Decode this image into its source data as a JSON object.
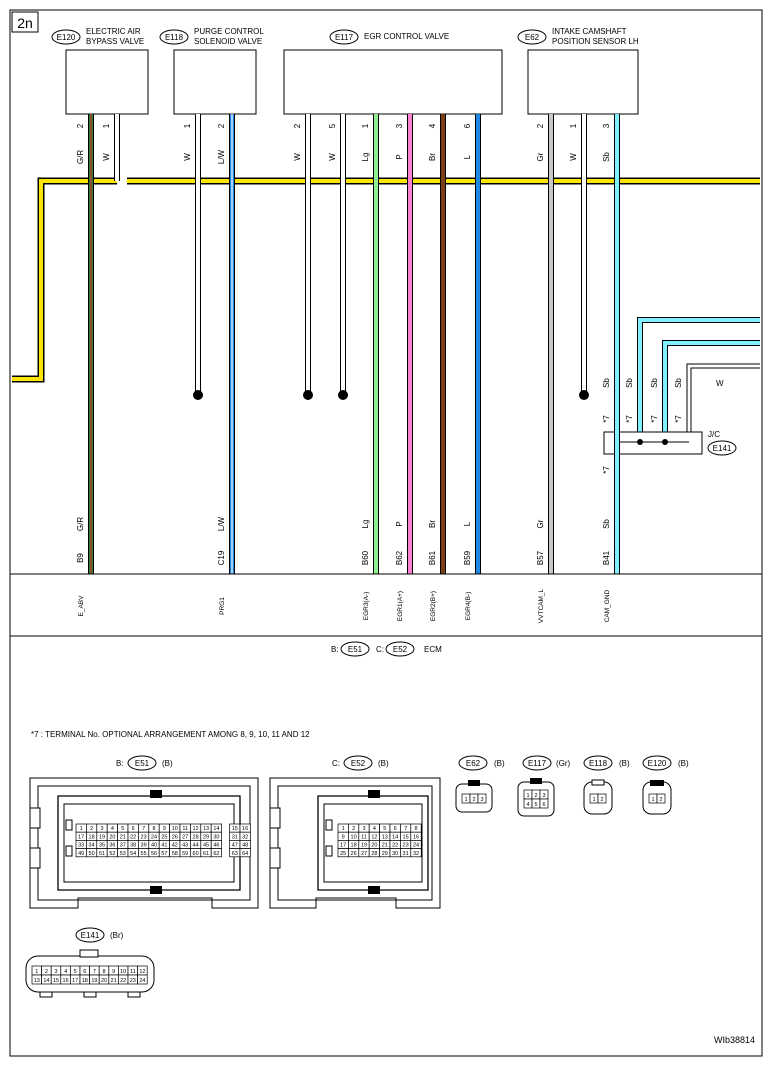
{
  "page_id": "2n",
  "drawing_id": "WIb38814",
  "components": [
    {
      "id": "E120",
      "name": [
        "ELECTRIC AIR",
        "BYPASS VALVE"
      ]
    },
    {
      "id": "E118",
      "name": [
        "PURGE CONTROL",
        "SOLENOID VALVE"
      ]
    },
    {
      "id": "E117",
      "name": [
        "EGR CONTROL VALVE"
      ]
    },
    {
      "id": "E62",
      "name": [
        "INTAKE CAMSHAFT",
        "POSITION SENSOR LH"
      ]
    }
  ],
  "wires": [
    {
      "pin": "2",
      "color": "G/R",
      "ecm_pin": "B9",
      "signal": "E_ABV",
      "hex": "#2e7d32",
      "stripe": "#d32f2f"
    },
    {
      "pin": "1",
      "color": "W",
      "hex": "#ffffff"
    },
    {
      "pin": "1",
      "color": "W",
      "hex": "#ffffff"
    },
    {
      "pin": "2",
      "color": "L/W",
      "ecm_pin": "C19",
      "signal": "PRG1",
      "hex": "#1e88e5",
      "stripe": "#ffffff"
    },
    {
      "pin": "2",
      "color": "W",
      "hex": "#ffffff"
    },
    {
      "pin": "5",
      "color": "W",
      "hex": "#ffffff"
    },
    {
      "pin": "1",
      "color": "Lg",
      "ecm_pin": "B60",
      "signal": "EGR3(A-)",
      "hex": "#90ee90"
    },
    {
      "pin": "3",
      "color": "P",
      "ecm_pin": "B62",
      "signal": "EGR1(A+)",
      "hex": "#ff80d0"
    },
    {
      "pin": "4",
      "color": "Br",
      "ecm_pin": "B61",
      "signal": "EGR2(B+)",
      "hex": "#7b3f16"
    },
    {
      "pin": "6",
      "color": "L",
      "ecm_pin": "B59",
      "signal": "EGR4(B-)",
      "hex": "#1e88e5"
    },
    {
      "pin": "2",
      "color": "Gr",
      "ecm_pin": "B57",
      "signal": "VVTCAM_L",
      "hex": "#c8c8c8"
    },
    {
      "pin": "1",
      "color": "W",
      "hex": "#ffffff"
    },
    {
      "pin": "3",
      "color": "Sb",
      "ecm_pin": "B41",
      "signal": "CAM_GND",
      "hex": "#80f0ff"
    }
  ],
  "jc": {
    "label": "J/C",
    "connector": "E141",
    "mark": "*7",
    "branch_colors": [
      "Sb",
      "Sb",
      "Sb",
      "Sb",
      "W"
    ]
  },
  "ecm": {
    "prefix_b": "B:",
    "conn_b": "E51",
    "prefix_c": "C:",
    "conn_c": "E52",
    "name": "ECM"
  },
  "note": "*7  : TERMINAL No. OPTIONAL ARRANGEMENT AMONG 8, 9, 10, 11 AND 12",
  "connector_views": [
    {
      "prefix": "B:",
      "id": "E51",
      "color": "(B)"
    },
    {
      "prefix": "C:",
      "id": "E52",
      "color": "(B)"
    },
    {
      "id": "E62",
      "color": "(B)"
    },
    {
      "id": "E117",
      "color": "(Gr)"
    },
    {
      "id": "E118",
      "color": "(B)"
    },
    {
      "id": "E120",
      "color": "(B)"
    },
    {
      "id": "E141",
      "color": "(Br)"
    }
  ],
  "e51_pins": {
    "row1": [
      "1",
      "2",
      "3",
      "4",
      "5",
      "6",
      "7",
      "8",
      "9",
      "10",
      "11",
      "12",
      "13",
      "14",
      "15",
      "16"
    ],
    "row2": [
      "17",
      "18",
      "19",
      "20",
      "21",
      "22",
      "23",
      "24",
      "25",
      "26",
      "27",
      "28",
      "29",
      "30",
      "31",
      "32"
    ],
    "row3": [
      "33",
      "34",
      "35",
      "36",
      "37",
      "38",
      "39",
      "40",
      "41",
      "42",
      "43",
      "44",
      "45",
      "46",
      "47",
      "48"
    ],
    "row4": [
      "49",
      "50",
      "51",
      "52",
      "53",
      "54",
      "55",
      "56",
      "57",
      "58",
      "59",
      "60",
      "61",
      "62",
      "63",
      "64"
    ]
  },
  "e52_pins": {
    "row1": [
      "1",
      "2",
      "3",
      "4",
      "5",
      "6",
      "7",
      "8"
    ],
    "row2": [
      "9",
      "10",
      "11",
      "12",
      "13",
      "14",
      "15",
      "16"
    ],
    "row3": [
      "17",
      "18",
      "19",
      "20",
      "21",
      "22",
      "23",
      "24"
    ],
    "row4": [
      "25",
      "26",
      "27",
      "28",
      "29",
      "30",
      "31",
      "32"
    ]
  },
  "e62_pins": [
    "1",
    "2",
    "3"
  ],
  "e117_pins": [
    "1",
    "2",
    "3",
    "4",
    "5",
    "6"
  ],
  "e118_pins": [
    "1",
    "2"
  ],
  "e120_pins": [
    "1",
    "2"
  ],
  "e141_pins": {
    "row1": [
      "1",
      "2",
      "3",
      "4",
      "5",
      "6",
      "7",
      "8",
      "9",
      "10",
      "11",
      "12"
    ],
    "row2": [
      "13",
      "14",
      "15",
      "16",
      "17",
      "18",
      "19",
      "20",
      "21",
      "22",
      "23",
      "24"
    ]
  }
}
